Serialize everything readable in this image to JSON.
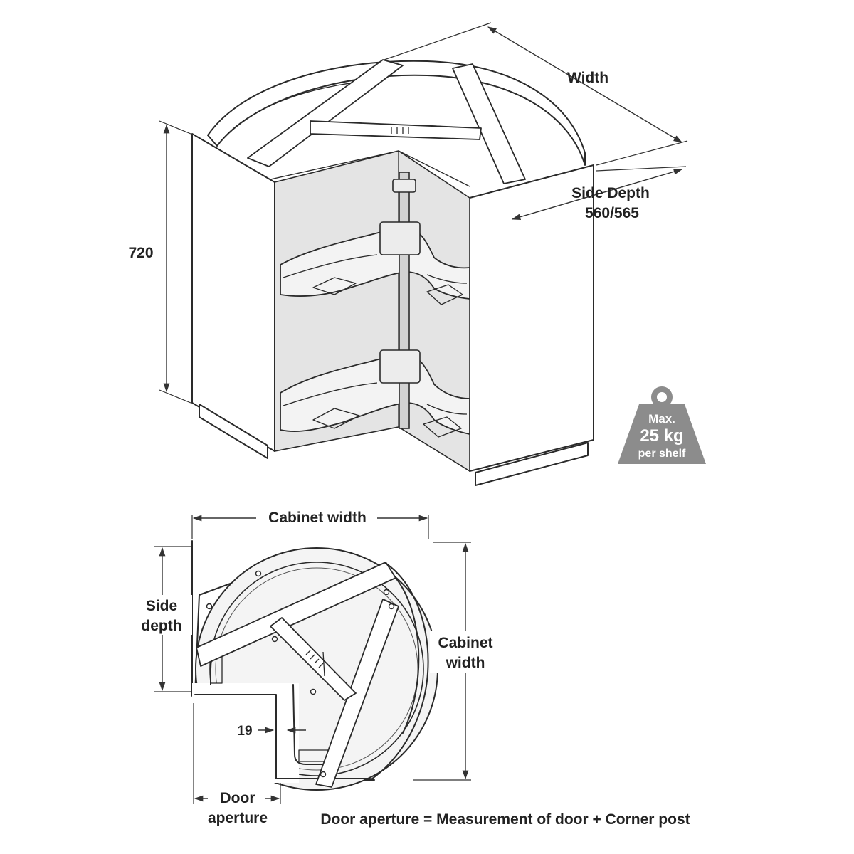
{
  "perspective": {
    "width_label": "Width",
    "side_depth_label": "Side Depth",
    "side_depth_value": "560/565",
    "height_value": "720"
  },
  "weight_badge": {
    "line1": "Max.",
    "line2": "25 kg",
    "line3": "per shelf",
    "color": "#8c8c8c"
  },
  "plan": {
    "cabinet_width_top": "Cabinet width",
    "cabinet_width_right_line1": "Cabinet",
    "cabinet_width_right_line2": "width",
    "side_depth_line1": "Side",
    "side_depth_line2": "depth",
    "gap_value": "19",
    "door_aperture_line1": "Door",
    "door_aperture_line2": "aperture"
  },
  "footnote": "Door aperture = Measurement of door + Corner post"
}
